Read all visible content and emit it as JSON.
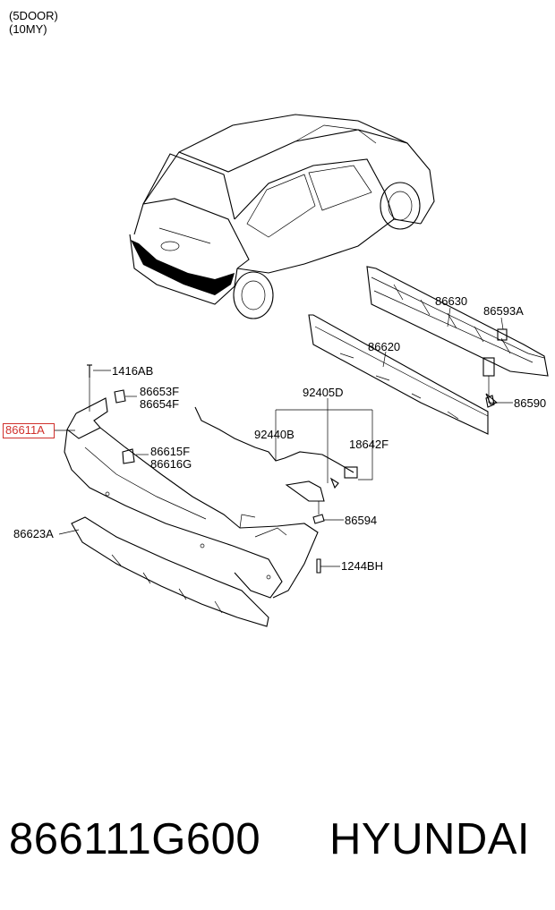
{
  "header": {
    "line1": "(5DOOR)",
    "line2": "(10MY)"
  },
  "labels": {
    "l1416AB": "1416AB",
    "l86653F": "86653F",
    "l86654F": "86654F",
    "l86611A": "86611A",
    "l86615F": "86615F",
    "l86616G": "86616G",
    "l86623A": "86623A",
    "l92405D": "92405D",
    "l92440B": "92440B",
    "l18642F": "18642F",
    "l86594": "86594",
    "l1244BH": "1244BH",
    "l86620": "86620",
    "l86630": "86630",
    "l86593A": "86593A",
    "l86590": "86590"
  },
  "highlight_color": "#d0302c",
  "footer": {
    "part_number": "866111G600",
    "brand": "HYUNDAI"
  }
}
